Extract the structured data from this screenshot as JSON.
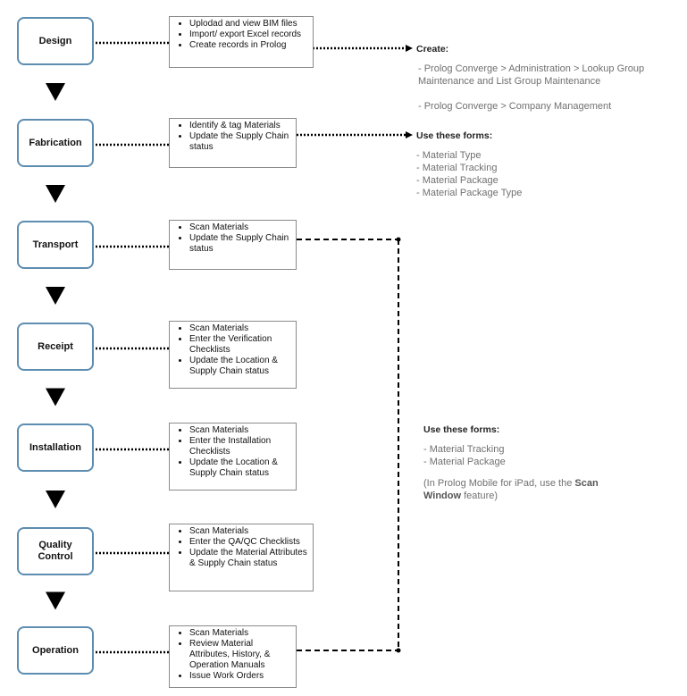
{
  "stages": [
    {
      "label": "Design",
      "items": [
        "Uplodad and view BIM files",
        "Import/ export Excel records",
        "Create records in Prolog"
      ]
    },
    {
      "label": "Fabrication",
      "items": [
        "Identify & tag Materials",
        "Update the Supply Chain status"
      ]
    },
    {
      "label": "Transport",
      "items": [
        "Scan Materials",
        "Update the Supply Chain status"
      ]
    },
    {
      "label": "Receipt",
      "items": [
        "Scan Materials",
        "Enter the Verification Checklists",
        "Update the Location & Supply Chain status"
      ]
    },
    {
      "label": "Installation",
      "items": [
        "Scan Materials",
        "Enter the Installation Checklists",
        "Update the Location & Supply Chain status"
      ]
    },
    {
      "label": "Quality Control",
      "items": [
        "Scan Materials",
        "Enter the QA/QC Checklists",
        "Update the Material Attributes & Supply Chain status"
      ]
    },
    {
      "label": "Operation",
      "items": [
        "Scan Materials",
        "Review Material Attributes, History, & Operation Manuals",
        "Issue Work Orders"
      ]
    }
  ],
  "create_info": {
    "heading": "Create:",
    "line1": "- Prolog Converge > Administration > Lookup Group Maintenance and List Group Maintenance",
    "line2": "- Prolog Converge > Company Management"
  },
  "forms_info_1": {
    "heading": "Use these forms:",
    "items": [
      "- Material Type",
      "- Material Tracking",
      "- Material Package",
      "- Material Package Type"
    ]
  },
  "forms_info_2": {
    "heading": "Use these forms:",
    "items": [
      "- Material Tracking",
      "- Material Package"
    ],
    "note_prefix": "(In Prolog Mobile for iPad, use the ",
    "note_bold": "Scan Window",
    "note_suffix": " feature)"
  },
  "colors": {
    "stage_border": "#5d8db0",
    "arrow": "#000000",
    "connector": "#000000",
    "info_text": "#707070"
  }
}
